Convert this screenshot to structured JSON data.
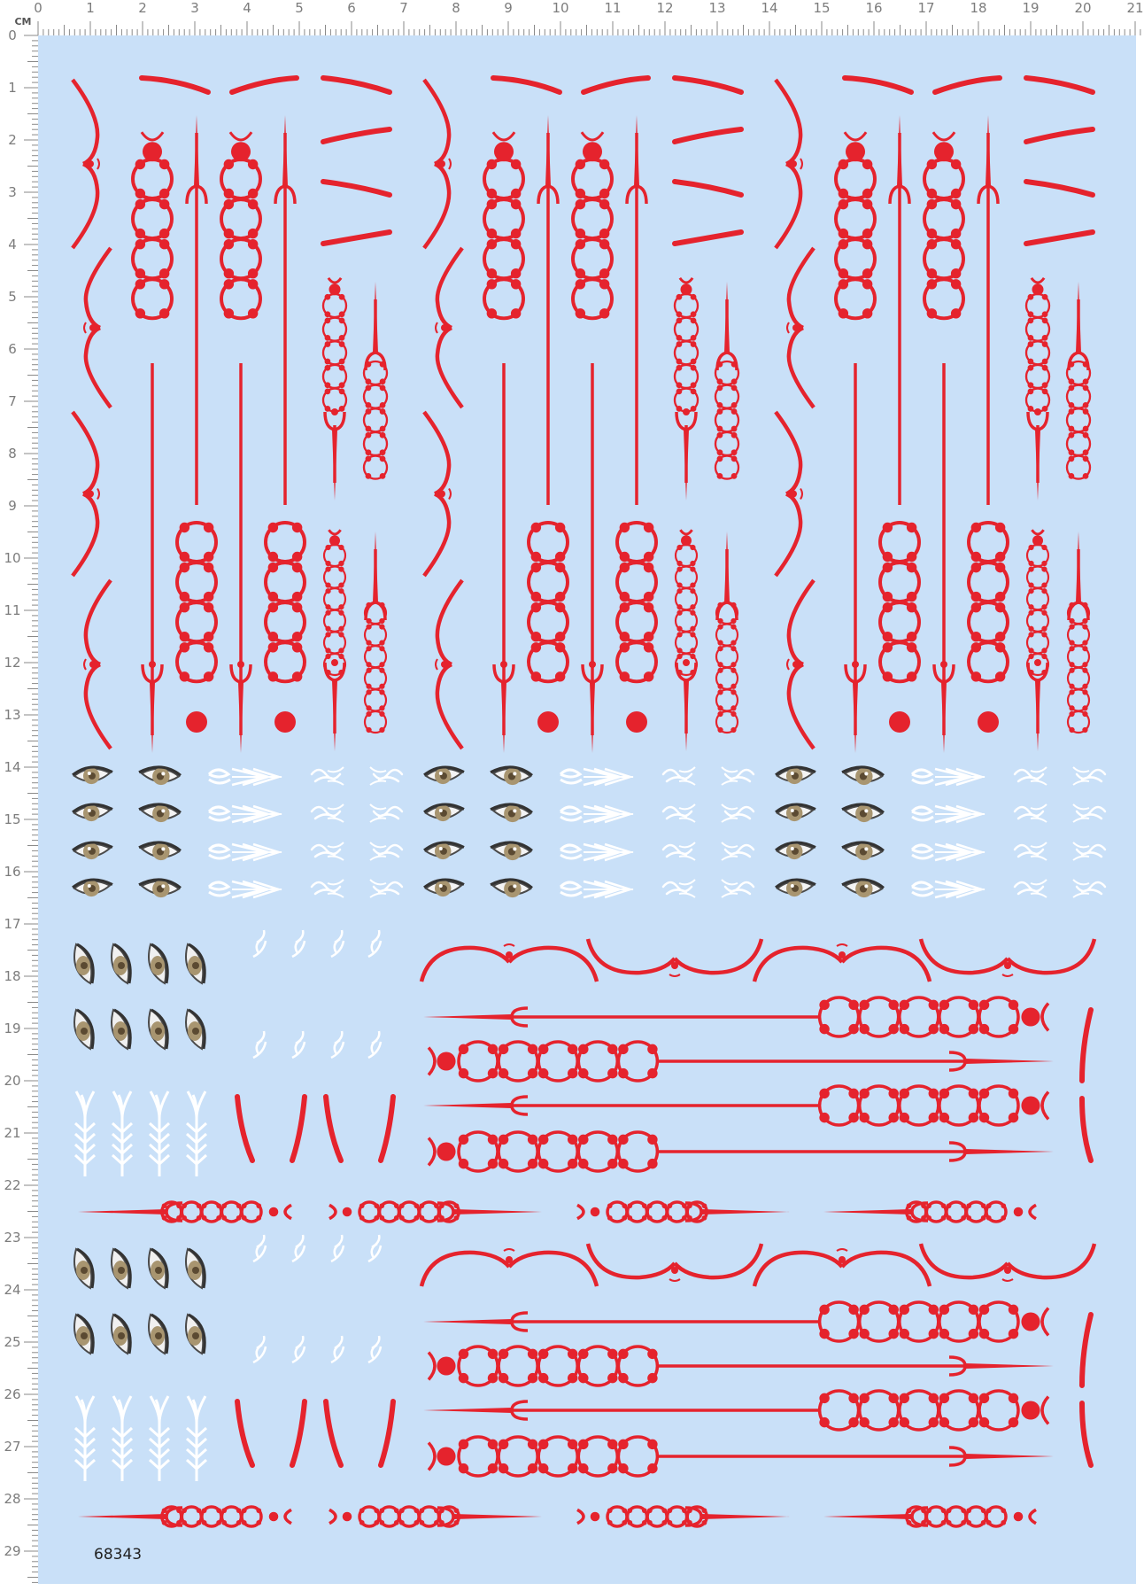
{
  "sheet": {
    "code": "68343",
    "unit_label": "CM",
    "top_ruler_labels": [
      "0",
      "1",
      "2",
      "3",
      "4",
      "5",
      "6",
      "7",
      "8",
      "9",
      "10",
      "11",
      "12",
      "13",
      "14",
      "15",
      "16",
      "17",
      "18",
      "19",
      "20",
      "21"
    ],
    "left_ruler_labels": [
      "0",
      "1",
      "2",
      "3",
      "4",
      "5",
      "6",
      "7",
      "8",
      "9",
      "10",
      "11",
      "12",
      "13",
      "14",
      "15",
      "16",
      "17",
      "18",
      "19",
      "20",
      "21",
      "22",
      "23",
      "24",
      "25",
      "26",
      "27",
      "28",
      "29"
    ]
  },
  "colors": {
    "background": "#c9e0f8",
    "red_decal": "#e5232d",
    "white_decal": "#ffffff",
    "eye_iris": "#a89570",
    "eye_outline": "#4a4a4a",
    "ruler": "#ffffff",
    "ruler_tick": "#8a8a8a"
  }
}
